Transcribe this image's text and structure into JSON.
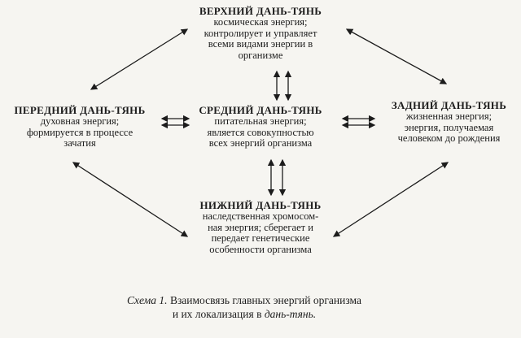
{
  "diagram": {
    "nodes": {
      "top": {
        "title": "ВЕРХНИЙ ДАНЬ-ТЯНЬ",
        "lines": [
          "космическая энергия;",
          "контролирует и управляет",
          "всеми видами энергии в",
          "организме"
        ]
      },
      "left": {
        "title": "ПЕРЕДНИЙ ДАНЬ-ТЯНЬ",
        "lines": [
          "духовная энергия;",
          "формируется в процессе",
          "зачатия"
        ]
      },
      "center": {
        "title": "СРЕДНИЙ ДАНЬ-ТЯНЬ",
        "lines": [
          "питательная энергия;",
          "является совокупностью",
          "всех энергий организма"
        ]
      },
      "right": {
        "title": "ЗАДНИЙ ДАНЬ-ТЯНЬ",
        "lines": [
          "жизненная энергия;",
          "энергия, получаемая",
          "человеком до рождения"
        ]
      },
      "bottom": {
        "title": "НИЖНИЙ ДАНЬ-ТЯНЬ",
        "lines": [
          "наследственная хромосом-",
          "ная энергия; сберегает и",
          "передает генетические",
          "особенности организма"
        ]
      }
    },
    "caption": {
      "schema_label": "Схема 1.",
      "line1_rest": " Взаимосвязь главных энергий организма",
      "line2_prefix": "и их локализация в ",
      "line2_term": "дань-тянь."
    }
  },
  "colors": {
    "ink": "#1c1c1c",
    "paper": "#f6f5f1"
  }
}
